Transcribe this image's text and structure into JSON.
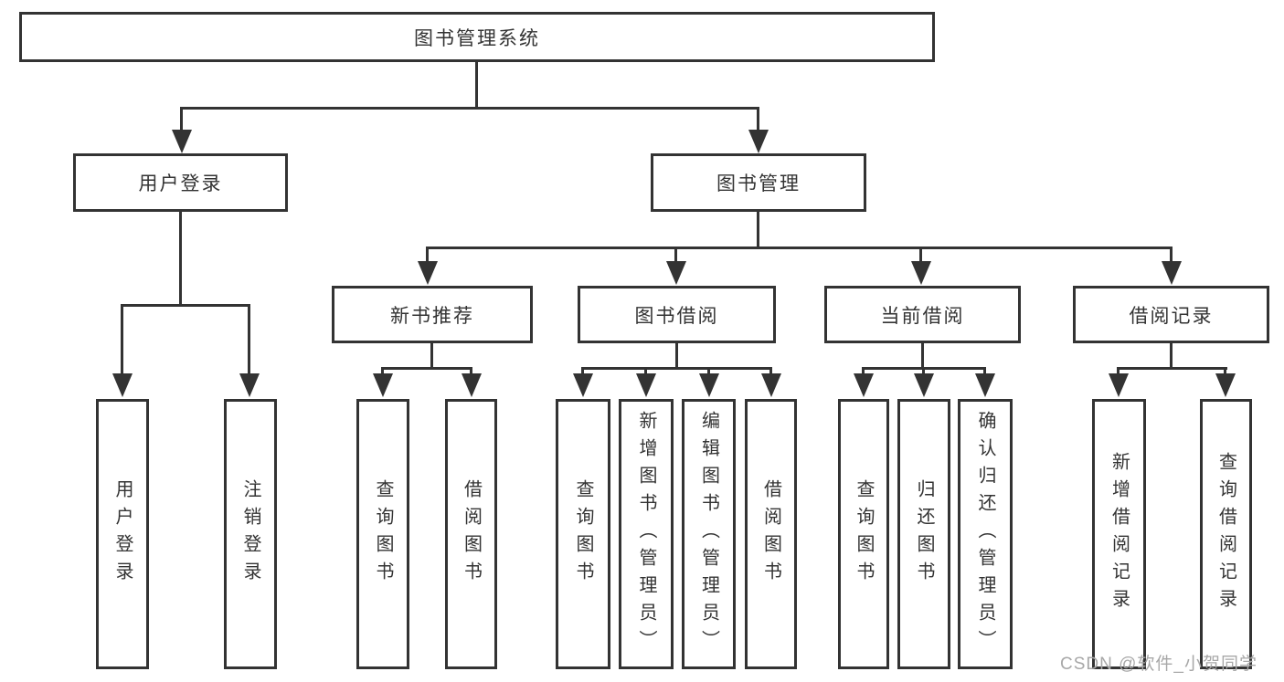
{
  "colors": {
    "line": "#333333",
    "text": "#333333",
    "background": "#ffffff",
    "watermark": "#a8a8a8"
  },
  "watermark": {
    "text": "CSDN @软件_小贺同学"
  },
  "tree": {
    "root": {
      "label": "图书管理系统"
    },
    "branches": [
      {
        "label": "用户登录",
        "children": [
          "用户登录",
          "注销登录"
        ]
      },
      {
        "label": "图书管理",
        "sections": [
          {
            "label": "新书推荐",
            "children": [
              "查询图书",
              "借阅图书"
            ]
          },
          {
            "label": "图书借阅",
            "children": [
              "查询图书",
              "新增图书（管理员）",
              "编辑图书（管理员）",
              "借阅图书"
            ]
          },
          {
            "label": "当前借阅",
            "children": [
              "查询图书",
              "归还图书",
              "确认归还（管理员）"
            ]
          },
          {
            "label": "借阅记录",
            "children": [
              "新增借阅记录",
              "查询借阅记录"
            ]
          }
        ]
      }
    ]
  }
}
